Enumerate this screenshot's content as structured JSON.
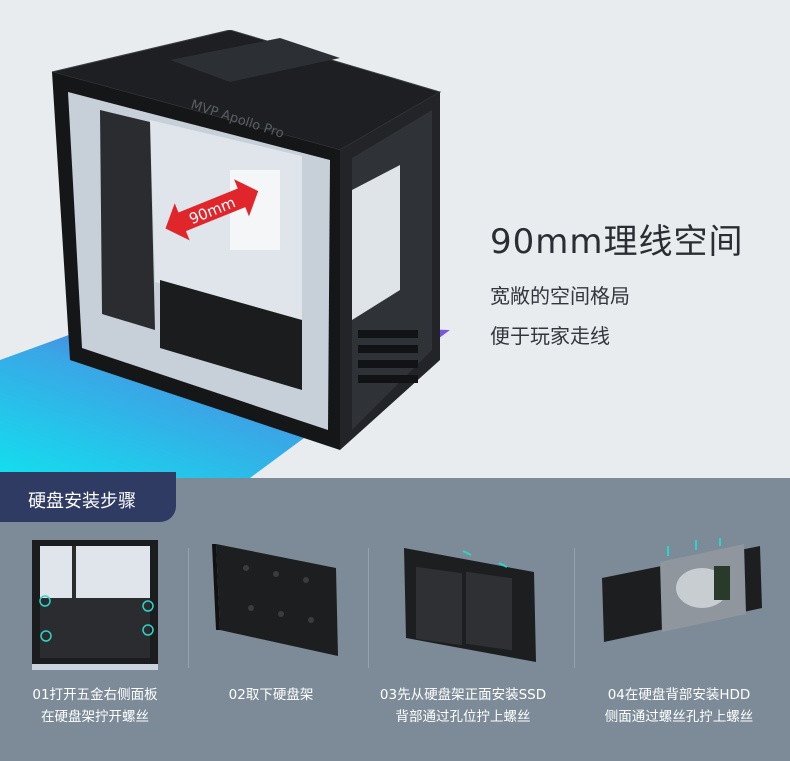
{
  "hero": {
    "title": "90mm理线空间",
    "lines": [
      "宽敞的空间格局",
      "便于玩家走线"
    ],
    "case_label": "MVP Apollo Pro",
    "badge": "90mm",
    "colors": {
      "accent_red": "#e0262b",
      "glow_cyan": "#1fd0e6",
      "glow_violet": "#6a4cd8"
    }
  },
  "section": {
    "title": "硬盘安装步骤"
  },
  "steps": [
    {
      "line1": "01打开五金右侧面板",
      "line2": "在硬盘架拧开螺丝",
      "image": "case-side-panel-screws"
    },
    {
      "line1": "02取下硬盘架",
      "line2": "",
      "image": "drive-tray-bracket"
    },
    {
      "line1": "03先从硬盘架正面安装SSD",
      "line2": "背部通过孔位拧上螺丝",
      "image": "ssd-on-tray"
    },
    {
      "line1": "04在硬盘背部安装HDD",
      "line2": "侧面通过螺丝孔拧上螺丝",
      "image": "hdd-on-tray"
    }
  ]
}
